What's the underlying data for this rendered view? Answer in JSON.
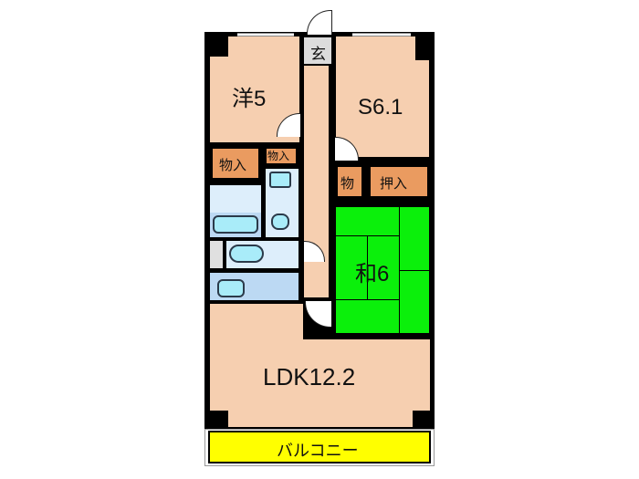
{
  "floorplan": {
    "rooms": [
      {
        "id": "western",
        "label": "洋5",
        "type": "Western room",
        "size_jo": 5
      },
      {
        "id": "service",
        "label": "S6.1",
        "type": "Service room",
        "size_jo": 6.1
      },
      {
        "id": "japanese",
        "label": "和6",
        "type": "Japanese room",
        "size_jo": 6
      },
      {
        "id": "ldk",
        "label": "LDK12.2",
        "type": "Living Dining Kitchen",
        "size_jo": 12.2
      },
      {
        "id": "entrance",
        "label": "玄",
        "type": "Entrance"
      },
      {
        "id": "balcony",
        "label": "バルコニー",
        "type": "Balcony"
      }
    ],
    "storage": [
      {
        "id": "closet-1",
        "label": "物入"
      },
      {
        "id": "closet-2",
        "label": "物入"
      },
      {
        "id": "closet-3",
        "label": "物"
      },
      {
        "id": "oshiire",
        "label": "押入"
      }
    ],
    "colors": {
      "floor": "#f6cfb0",
      "closet": "#ea9b60",
      "tatami": "#0bf00b",
      "balcony": "#ffff00",
      "wet_area": "#ddeefb",
      "entrance": "#dcdcdc",
      "wall": "#000000"
    }
  }
}
